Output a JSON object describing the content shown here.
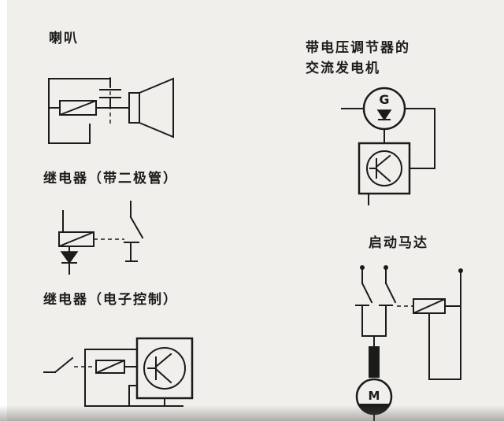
{
  "colors": {
    "background": "#f1efeb",
    "ink": "#1b1b1b"
  },
  "sections": {
    "horn": {
      "label": "喇叭"
    },
    "relay_diode": {
      "label": "继电器（带二极管）"
    },
    "relay_electronic": {
      "label": "继电器（电子控制）"
    },
    "generator": {
      "label_line1": "带电压调节器的",
      "label_line2": "交流发电机",
      "letter": "G"
    },
    "starter": {
      "label": "启动马达",
      "letter": "M"
    }
  }
}
